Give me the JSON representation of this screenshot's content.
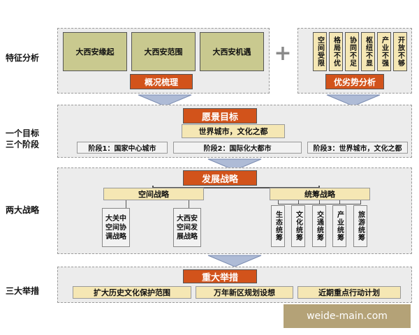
{
  "side_labels": {
    "features": "特征分析",
    "goals_line1": "一个目标",
    "goals_line2": "三个阶段",
    "strategy": "两大战略",
    "measures": "三大举措"
  },
  "section1": {
    "left_boxes": [
      "大西安缘起",
      "大西安范围",
      "大西安机遇"
    ],
    "left_title": "概况梳理",
    "plus": "+",
    "right_boxes": [
      "空间受限",
      "格局不优",
      "协同不足",
      "枢纽不显",
      "产业不强",
      "开放不够"
    ],
    "right_title": "优劣势分析"
  },
  "section2": {
    "title": "愿景目标",
    "vision": "世界城市，文化之都",
    "stages": [
      "阶段1：国家中心城市",
      "阶段2：国际化大都市",
      "阶段3：世界城市，文化之都"
    ]
  },
  "section3": {
    "title": "发展战略",
    "spatial_title": "空间战略",
    "spatial_items": [
      "大关中空间协调战略",
      "大西安空间发展战略"
    ],
    "coord_title": "统筹战略",
    "coord_items": [
      "生态统筹",
      "文化统筹",
      "交通统筹",
      "产业统筹",
      "旅游统筹"
    ]
  },
  "section4": {
    "title": "重大举措",
    "items": [
      "扩大历史文化保护范围",
      "万年新区规划设想",
      "近期重点行动计划"
    ]
  },
  "watermark": "weide-main.com"
}
